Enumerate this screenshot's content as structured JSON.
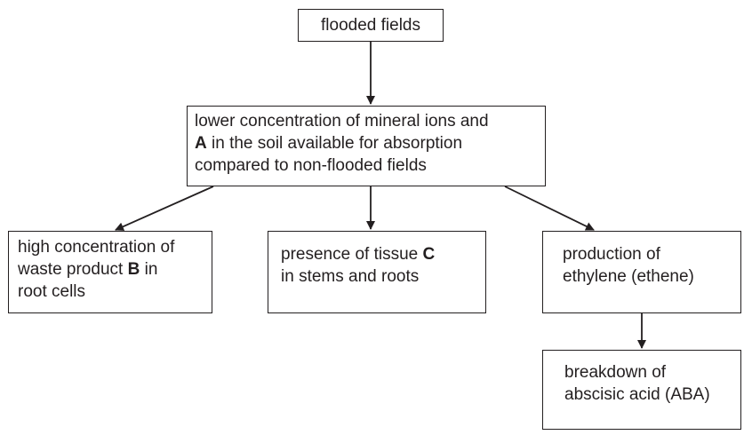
{
  "diagram": {
    "flooded": {
      "text": "flooded fields"
    },
    "lower": {
      "line1": "lower concentration of mineral ions and",
      "line2_bold": "A",
      "line2_rest": " in the soil available for absorption",
      "line3": "compared to non-flooded fields"
    },
    "waste": {
      "line1": "high concentration of",
      "line2_pre": "waste product ",
      "line2_bold": "B",
      "line2_post": " in",
      "line3": "root cells"
    },
    "tissue": {
      "line1_pre": "presence of tissue ",
      "line1_bold": "C",
      "line2": "in stems and roots"
    },
    "ethylene": {
      "line1": "production of",
      "line2": "ethylene (ethene)"
    },
    "aba": {
      "line1": "breakdown of",
      "line2": "abscisic acid (ABA)"
    }
  }
}
